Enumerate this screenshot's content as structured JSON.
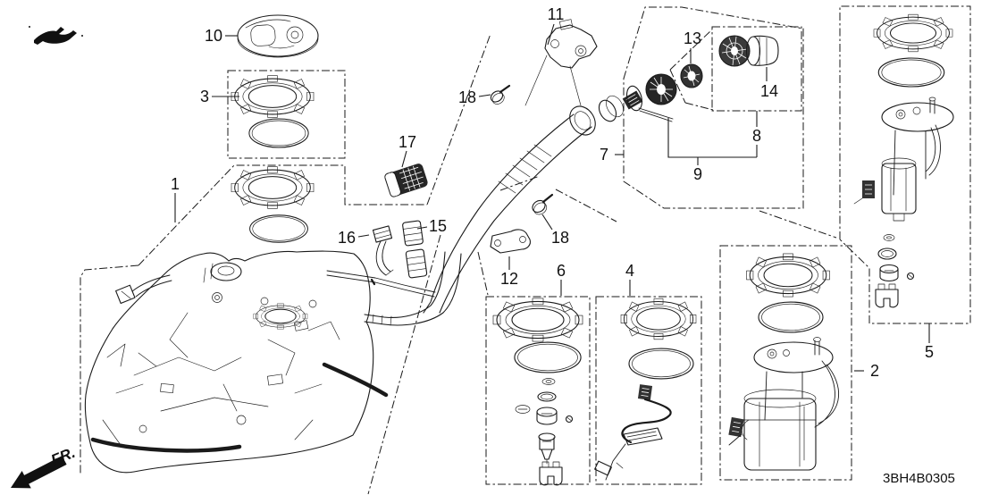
{
  "diagram": {
    "part_code": "3BH4B0305",
    "orientation_label": "FR.",
    "ink_color": "#1a1a1a",
    "background_color": "#ffffff",
    "callouts": {
      "c1": "1",
      "c2": "2",
      "c3": "3",
      "c4": "4",
      "c5": "5",
      "c6": "6",
      "c7": "7",
      "c8": "8",
      "c9": "9",
      "c10": "10",
      "c11": "11",
      "c12": "12",
      "c13": "13",
      "c14": "14",
      "c15": "15",
      "c16": "16",
      "c17": "17",
      "c18a": "18",
      "c18b": "18"
    }
  }
}
